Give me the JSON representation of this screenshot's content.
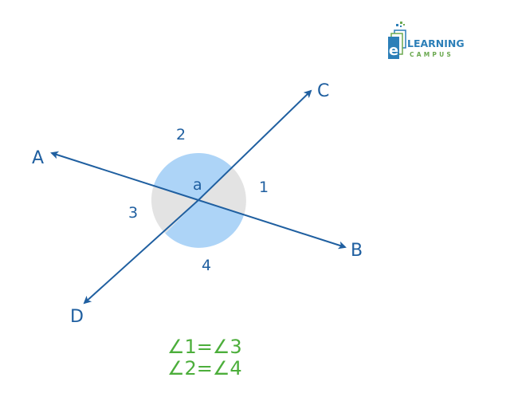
{
  "logo": {
    "brand_top": "LEARNING",
    "brand_bottom": "CAMPUS",
    "icon": "e-book-icon",
    "colors": {
      "blue": "#2c7fb8",
      "green": "#6aa84f"
    }
  },
  "diagram": {
    "points": {
      "A": "A",
      "B": "B",
      "C": "C",
      "D": "D"
    },
    "intersection_label": "a",
    "angle_labels": [
      "1",
      "2",
      "3",
      "4"
    ],
    "colors": {
      "line": "#1f5fa0",
      "highlight_sectors": "#add4f7",
      "other_sectors": "#e3e3e3",
      "equations": "#4cae3b"
    }
  },
  "equations": [
    "∠1=∠3",
    "∠2=∠4"
  ]
}
